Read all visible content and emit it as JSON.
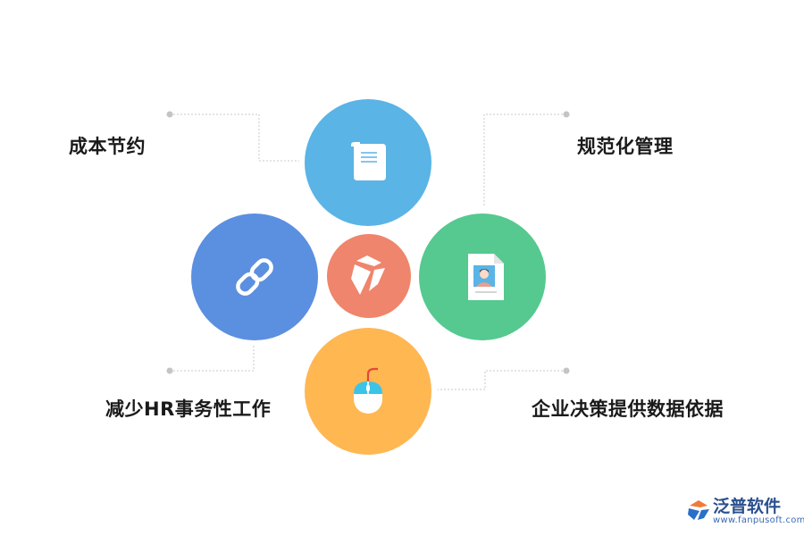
{
  "labels": {
    "top_left": "成本节约",
    "top_right": "规范化管理",
    "bottom_left": "减少HR事务性工作",
    "bottom_right": "企业决策提供数据依据"
  },
  "circles": {
    "top": {
      "color": "#5ab4e5",
      "icon": "document-scroll-icon"
    },
    "left": {
      "color": "#5b8fe0",
      "icon": "chain-link-icon"
    },
    "center": {
      "color": "#ef856c",
      "icon": "logo-icon"
    },
    "right": {
      "color": "#55c98f",
      "icon": "id-card-document-icon"
    },
    "bottom": {
      "color": "#ffb752",
      "icon": "computer-mouse-icon"
    }
  },
  "brand": {
    "name": "泛普软件",
    "url": "www.fanpusoft.com"
  }
}
